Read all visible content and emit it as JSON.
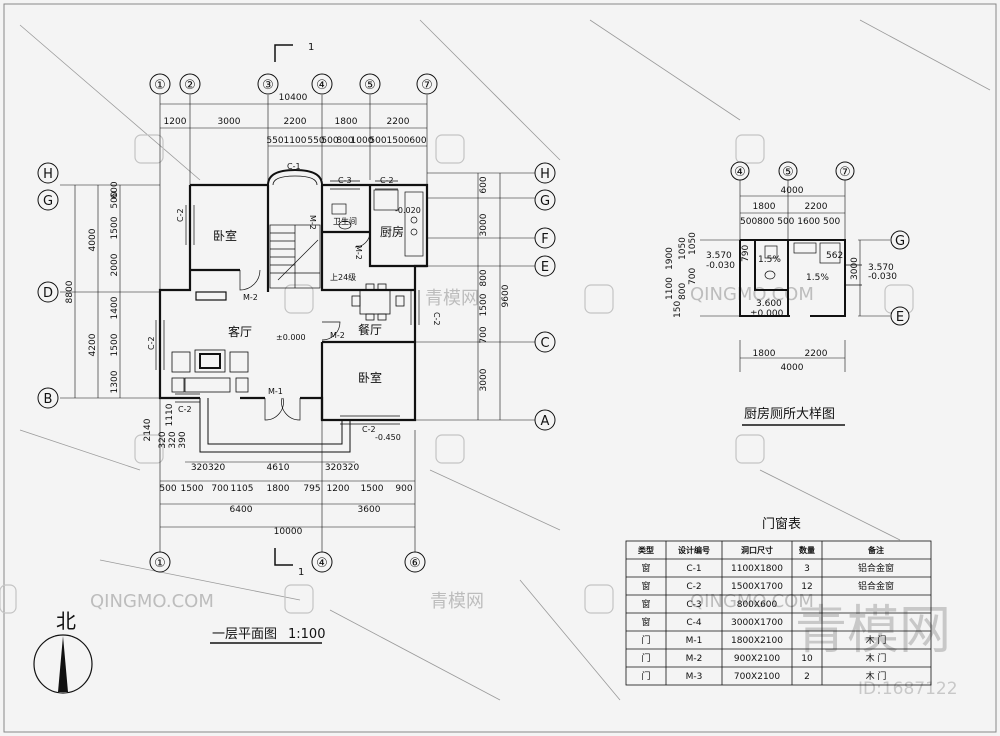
{
  "plan": {
    "axes_top": [
      "①",
      "②",
      "③",
      "④",
      "⑤",
      "⑦"
    ],
    "axes_bottom": [
      "①",
      "④",
      "⑥"
    ],
    "axes_left": [
      "H",
      "G",
      "D",
      "B"
    ],
    "axes_right": [
      "H",
      "G",
      "F",
      "E",
      "C",
      "A"
    ],
    "top_overall": "10400",
    "top_dims": [
      "1200",
      "3000",
      "2200",
      "1800",
      "2200"
    ],
    "top_sub_dims": [
      "550",
      "1100",
      "550",
      "500",
      "800",
      "1000",
      "500",
      "1500",
      "600"
    ],
    "bottom_dims_1": [
      "500",
      "1500",
      "700",
      "1105",
      "1800",
      "795",
      "1200",
      "1500",
      "900"
    ],
    "bottom_dims_2": [
      "6400",
      "3600"
    ],
    "bottom_overall": "10000",
    "bottom_small": [
      "320320",
      "4610",
      "320320"
    ],
    "left_overall": "8800",
    "left_dims": [
      "4000",
      "4200"
    ],
    "left_sub_dims": [
      "600",
      "500",
      "1500",
      "2000",
      "1400",
      "1500",
      "1300"
    ],
    "left_low_dims": [
      "2140",
      "1110",
      "320",
      "320",
      "390"
    ],
    "right_overall": "9600",
    "right_dims": [
      "600",
      "3000",
      "800",
      "1500",
      "700",
      "3000"
    ],
    "rooms": {
      "bedroom1": "卧室",
      "living": "客厅",
      "dining": "餐厅",
      "kitchen": "厨房",
      "wc": "卫生间",
      "bedroom2": "卧室"
    },
    "labels": {
      "c1": "C-1",
      "c2a": "C-2",
      "c2b": "C-2",
      "c2c": "C-2",
      "c2d": "C-2",
      "c2e": "C-2",
      "c2f": "C-2",
      "c3": "C-3",
      "m1": "M-1",
      "m2a": "M-2",
      "m2b": "M-2",
      "m2c": "M-2",
      "m2d": "M-2",
      "lvl_living": "±0.000",
      "lvl_wc": "-0.020",
      "lvl_stair": "上24级",
      "lvl_out": "-0.450"
    },
    "section_mark": "1",
    "title": "一层平面图",
    "scale": "1:100",
    "north": "北"
  },
  "detail": {
    "axes_top": [
      "④",
      "⑤",
      "⑦"
    ],
    "axes_right": [
      "G",
      "E"
    ],
    "overall": "4000",
    "top_dims": [
      "1800",
      "2200"
    ],
    "sub_dims": [
      "500",
      "800",
      "500",
      "1600",
      "500"
    ],
    "sub_dims_text": "500800 500 1600 500",
    "bottom_dims": [
      "1800",
      "2200"
    ],
    "bottom_overall": "4000",
    "left_dims": [
      "1900",
      "1100",
      "150",
      "800",
      "1050",
      "700",
      "1050"
    ],
    "right_dim": "3000",
    "levels": [
      "3.570",
      "-0.030",
      "3.570",
      "-0.030",
      "3.600",
      "±0.000"
    ],
    "slopes": [
      "1.5%",
      "1.5%"
    ],
    "misc": [
      "790",
      "562"
    ],
    "title": "厨房厕所大样图"
  },
  "table": {
    "title": "门窗表",
    "headers": [
      "类型",
      "设计编号",
      "洞口尺寸",
      "数量",
      "备注"
    ],
    "rows": [
      [
        "窗",
        "C-1",
        "1100X1800",
        "3",
        "铝合金窗"
      ],
      [
        "窗",
        "C-2",
        "1500X1700",
        "12",
        "铝合金窗"
      ],
      [
        "窗",
        "C-3",
        "800X600",
        "",
        ""
      ],
      [
        "窗",
        "C-4",
        "3000X1700",
        "",
        ""
      ],
      [
        "门",
        "M-1",
        "1800X2100",
        "",
        "木  门"
      ],
      [
        "门",
        "M-2",
        "900X2100",
        "10",
        "木  门"
      ],
      [
        "门",
        "M-3",
        "700X2100",
        "2",
        "木  门"
      ]
    ]
  },
  "watermarks": {
    "text": "QINGMO.COM",
    "cn": "青模网",
    "big": "青模网",
    "id": "ID:1687122"
  }
}
